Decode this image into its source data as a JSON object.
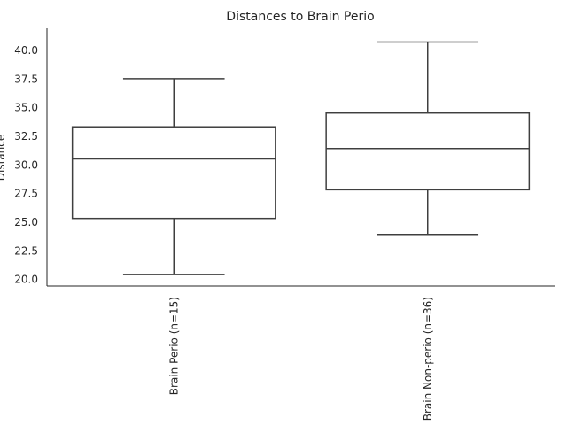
{
  "chart_data": {
    "type": "box",
    "title": "Distances to Brain Perio",
    "ylabel": "Distance",
    "xlabel": "",
    "ylim": [
      19.4,
      41.9
    ],
    "yticks": [
      20.0,
      22.5,
      25.0,
      27.5,
      30.0,
      32.5,
      35.0,
      37.5,
      40.0
    ],
    "ytick_labels": [
      "20.0",
      "22.5",
      "25.0",
      "27.5",
      "30.0",
      "32.5",
      "35.0",
      "37.5",
      "40.0"
    ],
    "grid": false,
    "categories": [
      "Brain Perio (n=15)",
      "Brain Non-perio (n=36)"
    ],
    "boxes": [
      {
        "whisker_low": 20.4,
        "q1": 25.3,
        "median": 30.5,
        "q3": 33.3,
        "whisker_high": 37.5
      },
      {
        "whisker_low": 23.9,
        "q1": 27.8,
        "median": 31.4,
        "q3": 34.5,
        "whisker_high": 40.7
      }
    ],
    "colors": {
      "box_stroke": "#3f3f3f",
      "axis": "#262626",
      "text": "#262626"
    }
  }
}
